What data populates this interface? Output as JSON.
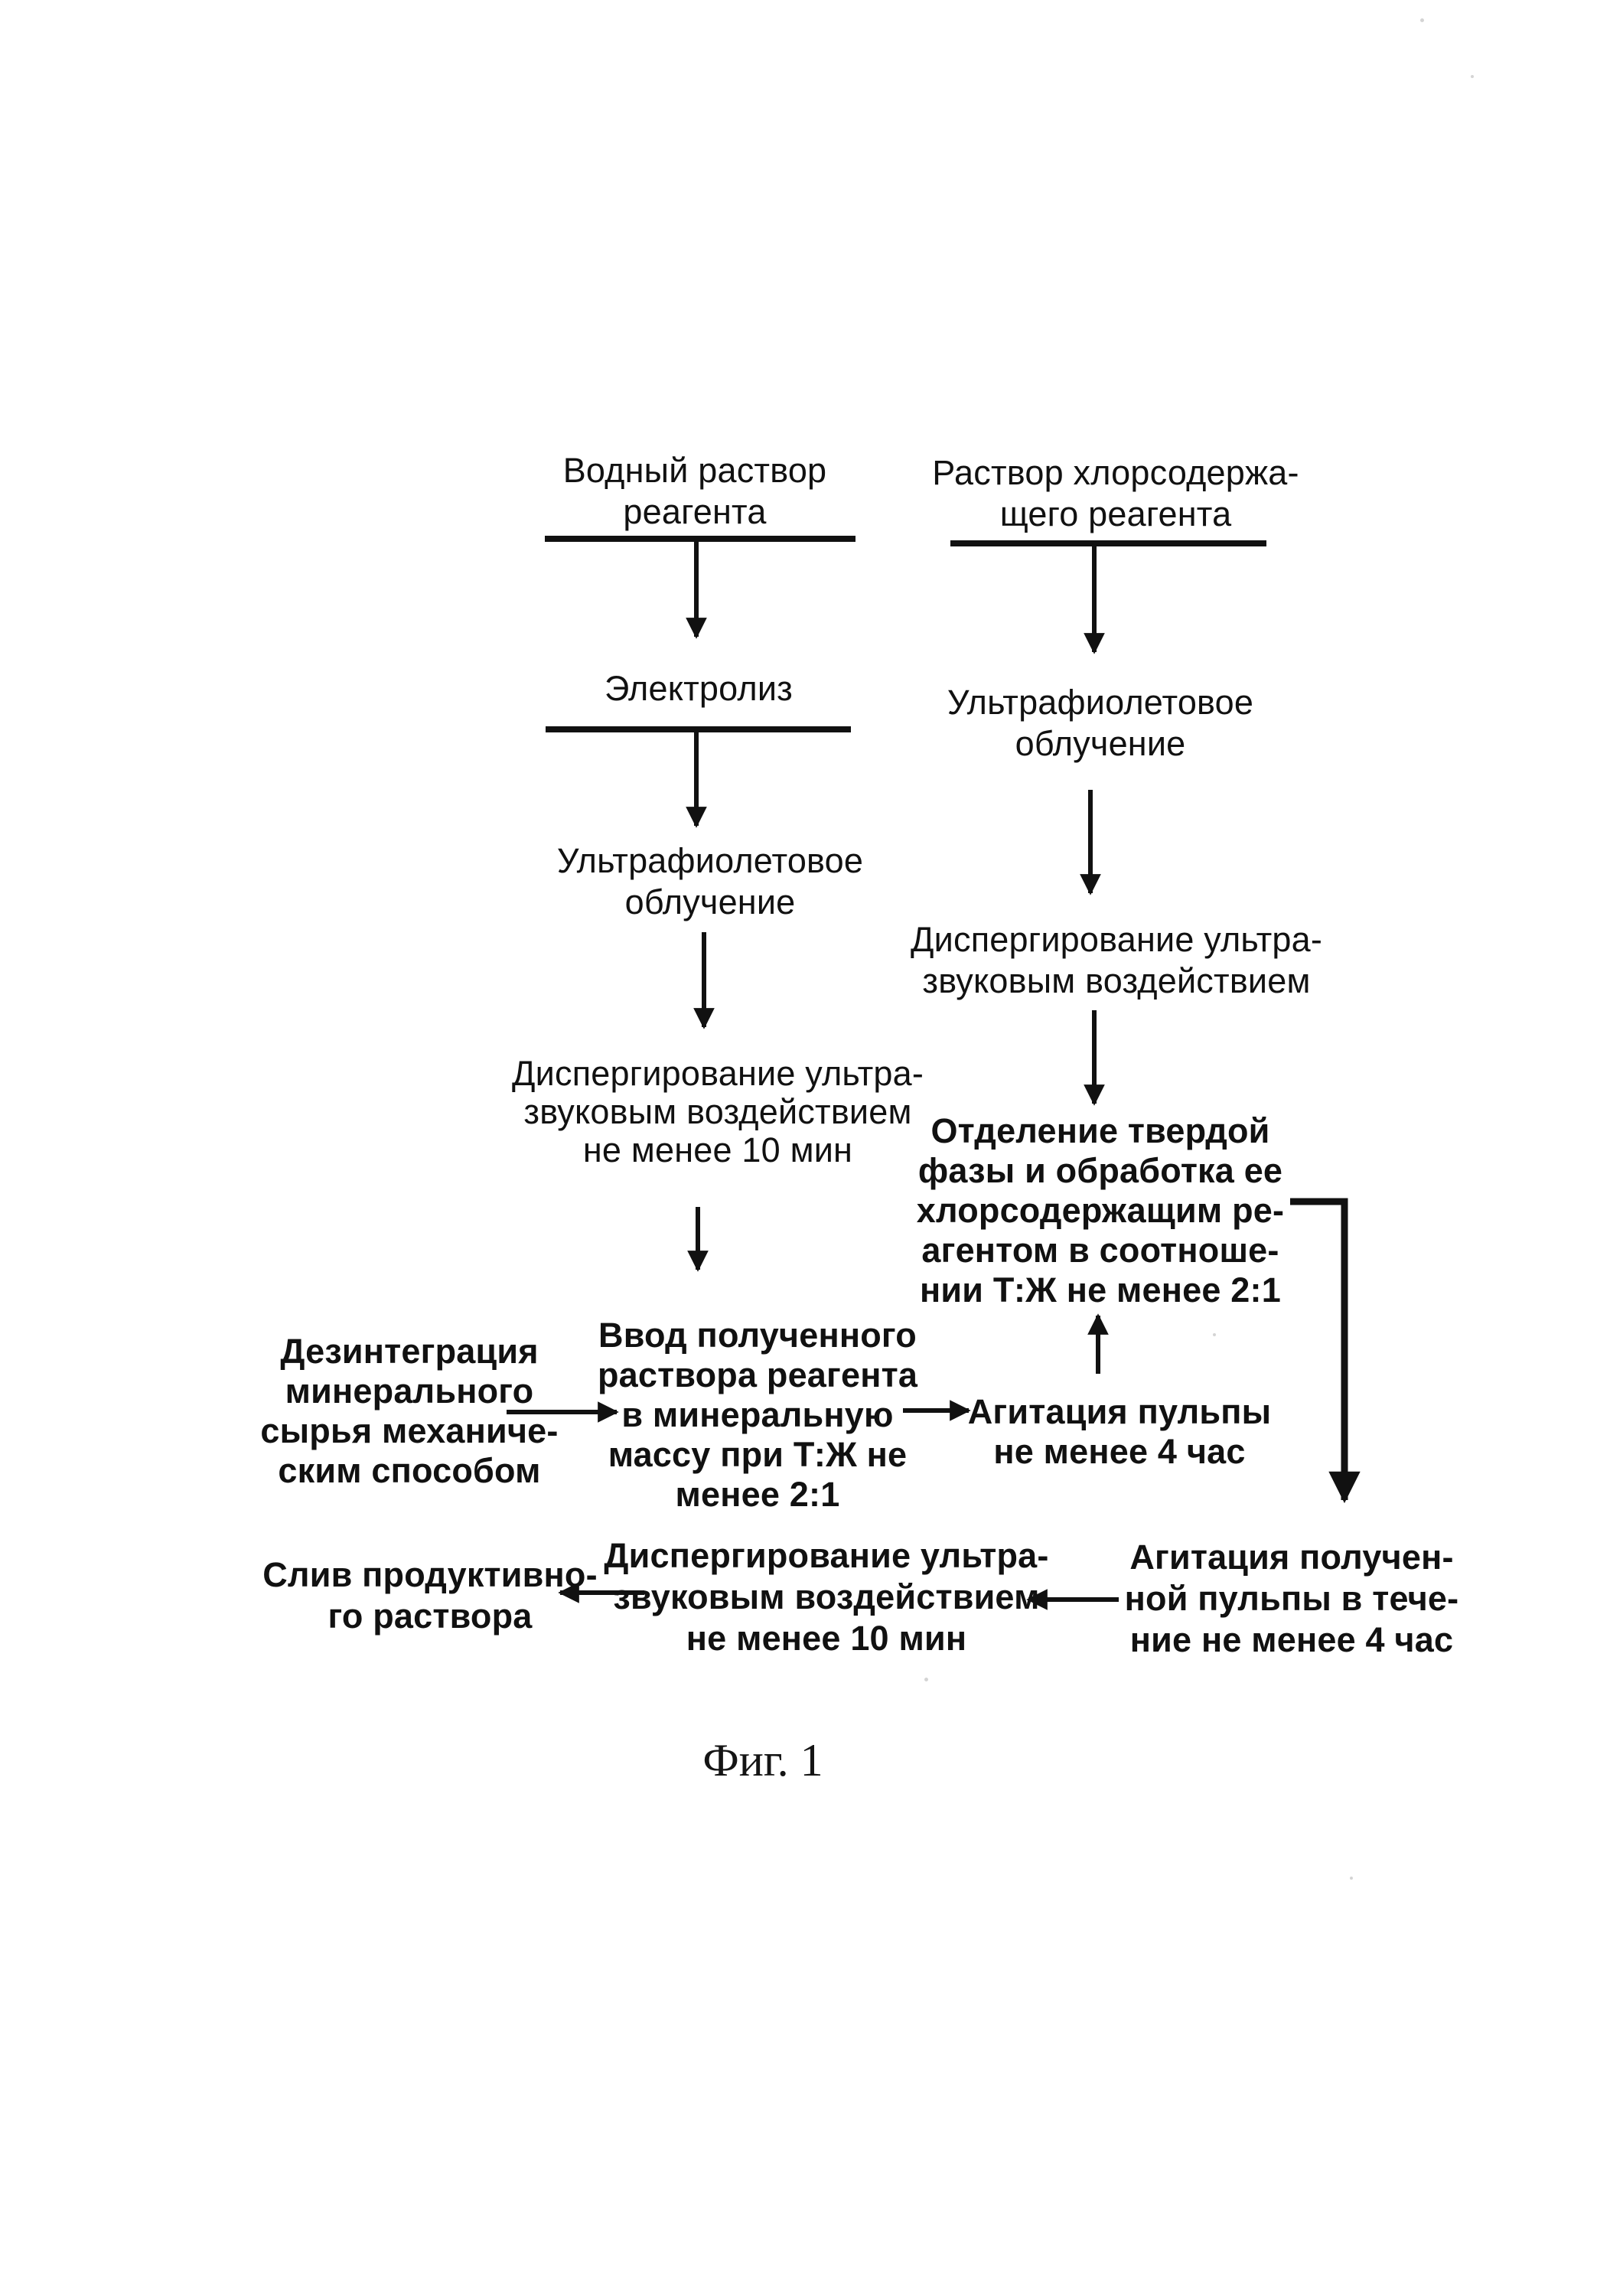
{
  "figure": {
    "caption": "Фиг. 1",
    "ink_color": "#111111",
    "paper_color": "#ffffff",
    "nodes": {
      "aq_solution": {
        "lines": [
          "Водный раствор",
          "реагента"
        ]
      },
      "electrolysis": {
        "lines": [
          "Электролиз"
        ]
      },
      "uv_left": {
        "lines": [
          "Ультрафиолетовое",
          "облучение"
        ]
      },
      "dispersion_left": {
        "lines": [
          "Диспергирование ультра-",
          "звуковым воздействием",
          "не менее 10 мин"
        ]
      },
      "input_solution": {
        "lines": [
          "Ввод полученного",
          "раствора реагента",
          "в минеральную",
          "массу при Т:Ж не",
          "менее 2:1"
        ]
      },
      "disintegration": {
        "lines": [
          "Дезинтеграция",
          "минерального",
          "сырья механиче-",
          "ским способом"
        ]
      },
      "agitation_pulp": {
        "lines": [
          "Агитация пульпы",
          "не менее 4 час"
        ]
      },
      "chlorine_solution": {
        "lines": [
          "Раствор хлорсодержа-",
          "щего реагента"
        ]
      },
      "uv_right": {
        "lines": [
          "Ультрафиолетовое",
          "облучение"
        ]
      },
      "dispersion_right": {
        "lines": [
          "Диспергирование ультра-",
          "звуковым воздействием"
        ]
      },
      "separation": {
        "lines": [
          "Отделение твердой",
          "фазы и обработка ее",
          "хлорсодержащим ре-",
          "агентом в соотноше-",
          "нии Т:Ж не менее 2:1"
        ]
      },
      "agitation_obtained": {
        "lines": [
          "Агитация получен-",
          "ной пульпы в тече-",
          "ние не менее 4 час"
        ]
      },
      "dispersion_bottom": {
        "lines": [
          "Диспергирование ультра-",
          "звуковым воздействием",
          "не менее 10 мин"
        ]
      },
      "drain": {
        "lines": [
          "Слив продуктивно-",
          "го раствора"
        ]
      }
    }
  }
}
